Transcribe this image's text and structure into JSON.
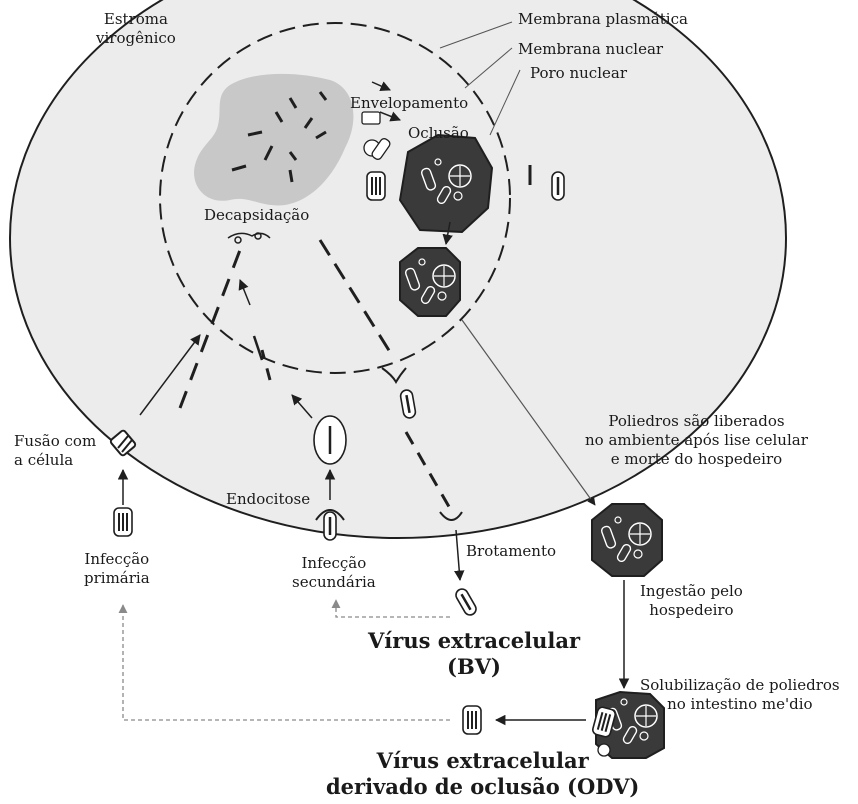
{
  "labels": {
    "stroma": [
      "Estroma",
      "virogênico"
    ],
    "plasma_membrane": "Membrana plasmática",
    "nuclear_membrane": "Membrana nuclear",
    "nuclear_pore": "Poro nuclear",
    "envelopment": "Envelopamento",
    "occlusion": "Oclusão",
    "uncoating": "Decapsidação",
    "fusion": [
      "Fusão com",
      "a célula"
    ],
    "endocytosis": "Endocitose",
    "primary_infection": [
      "Infecção",
      "primária"
    ],
    "secondary_infection": [
      "Infecção",
      "secundária"
    ],
    "budding": "Brotamento",
    "bv": [
      "Vírus extracelular",
      "(BV)"
    ],
    "polyhedra_release": [
      "Poliedros são liberados",
      "no ambiente após lise celular",
      "e morte do hospedeiro"
    ],
    "ingestion": [
      "Ingestão pelo",
      "hospedeiro"
    ],
    "solubilization": [
      "Solubilização de poliedros",
      "no intestino me'dio"
    ],
    "odv": [
      "Vírus extracelular",
      "derivado  de oclusão (ODV)"
    ]
  },
  "colors": {
    "line": "#1f1f1f",
    "cell": "#ececec",
    "stroma": "#c8c8c8",
    "polyhedron": "#3a3a3a",
    "dashed_path": "#9a9a9a"
  }
}
